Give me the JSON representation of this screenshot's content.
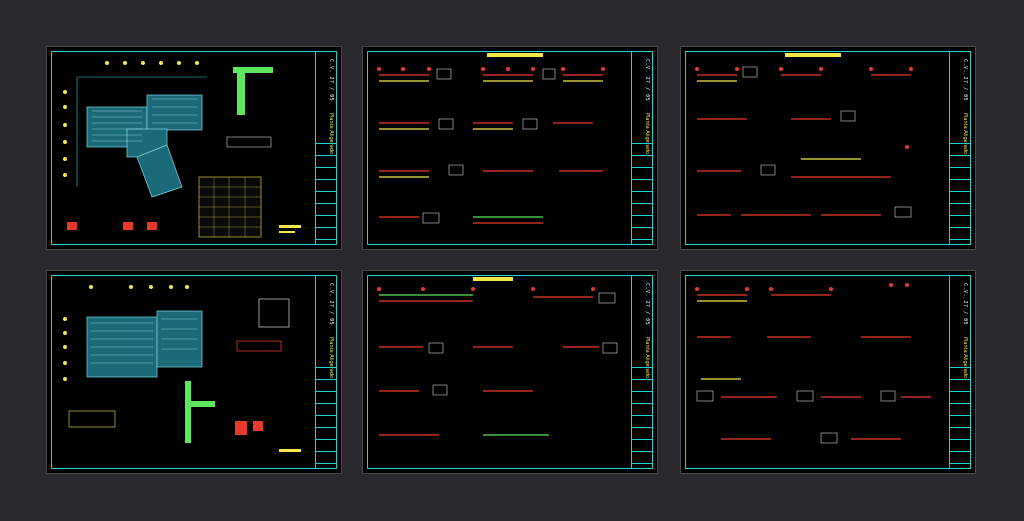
{
  "viewer": {
    "background": "#2b2830",
    "sheet_background": "#000000"
  },
  "sheets": [
    {
      "code": "C.V. 27 / 05",
      "label": "Planta Aligerado"
    },
    {
      "code": "C.V. 27 / 05",
      "label": "Planta Aligerado"
    },
    {
      "code": "C.V. 27 / 05",
      "label": "Planta Aligerado"
    },
    {
      "code": "C.V. 27 / 05",
      "label": "Planta Aligerado"
    },
    {
      "code": "C.V. 27 / 05",
      "label": "Planta Aligerado"
    },
    {
      "code": "C.V. 27 / 05",
      "label": "Planta Aligerado"
    }
  ],
  "colors": {
    "frame": "#22d3d3",
    "beam_red": "#e8392c",
    "beam_green": "#5ee65e",
    "annotation_yellow": "#f5e64a",
    "text_white": "#ffffff",
    "dim_cyan": "#22d3d3",
    "slab_fill": "#7fd8e6"
  }
}
